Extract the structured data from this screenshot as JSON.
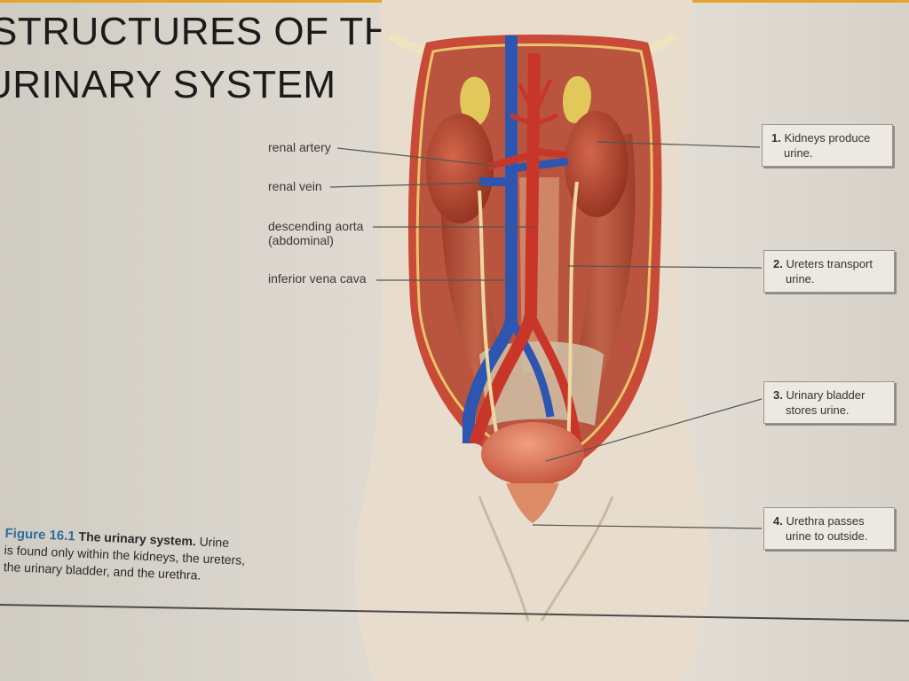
{
  "slide": {
    "title_line1": "STRUCTURES OF THE",
    "title_line2": "URINARY SYSTEM",
    "accent_color": "#e3a52a"
  },
  "figure": {
    "left_labels": {
      "renal_artery": "renal artery",
      "renal_vein": "renal vein",
      "descending_aorta_line1": "descending aorta",
      "descending_aorta_line2": "(abdominal)",
      "inferior_vena_cava": "inferior vena cava"
    },
    "callouts": [
      {
        "num": "1.",
        "line1": "Kidneys produce",
        "line2": "urine."
      },
      {
        "num": "2.",
        "line1": "Ureters transport",
        "line2": "urine."
      },
      {
        "num": "3.",
        "line1": "Urinary bladder",
        "line2": "stores urine."
      },
      {
        "num": "4.",
        "line1": "Urethra passes",
        "line2": "urine to outside."
      }
    ],
    "caption": {
      "number": "Figure 16.1",
      "title": "The urinary system.",
      "text_line1": "Urine",
      "text_line2": "is found only within the kidneys, the ureters,",
      "text_line3": "the urinary bladder, and the urethra."
    },
    "colors": {
      "artery": "#c8362a",
      "vein": "#2e56b0",
      "kidney": "#b2432c",
      "adrenal": "#e2c85a",
      "bladder": "#d9684a",
      "skin": "#e9dccd"
    }
  }
}
